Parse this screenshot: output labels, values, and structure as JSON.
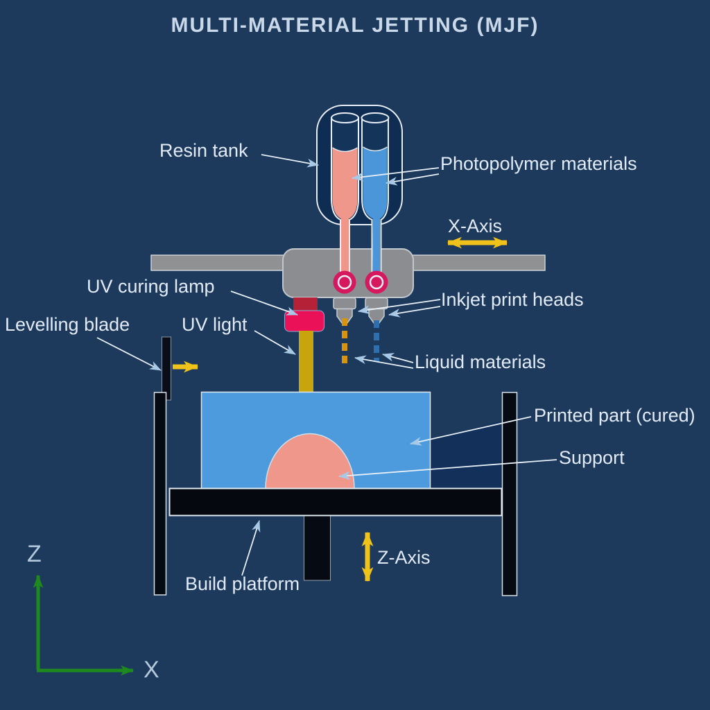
{
  "title": "MULTI-MATERIAL JETTING (MJF)",
  "labels": {
    "resin_tank": "Resin tank",
    "photopolymer_materials": "Photopolymer materials",
    "x_axis": "X-Axis",
    "uv_curing_lamp": "UV curing lamp",
    "uv_light": "UV light",
    "levelling_blade": "Levelling blade",
    "inkjet_print_heads": "Inkjet print heads",
    "liquid_materials": "Liquid materials",
    "printed_part": "Printed part (cured)",
    "support": "Support",
    "build_platform": "Build platform",
    "z_axis": "Z-Axis",
    "coord_z": "Z",
    "coord_x": "X"
  },
  "colors": {
    "background": "#1d3a5c",
    "title_text": "#c9d9ea",
    "label_text": "#e2ebf5",
    "leader_line": "#e8f0f8",
    "leader_arrowhead": "#a8c9e6",
    "tank_interior": "#0f2d52",
    "tube_empty": "#143459",
    "resin_pink": "#ef978b",
    "resin_blue": "#4b96d9",
    "gantry_gray": "#8f9193",
    "nozzle_ring_magenta": "#d6185f",
    "uv_lamp_dark_red": "#b52137",
    "uv_lamp_bright": "#eb1159",
    "uv_beam_gold": "#c9a50d",
    "droplet_orange": "#d8930f",
    "droplet_blue": "#2f6fae",
    "printed_part_blue": "#4d9bdc",
    "support_salmon": "#f0978b",
    "frame_black": "#060a13",
    "shadow_wedge": "#13305a",
    "axis_arrow_yellow": "#f0c31b",
    "coord_axis_green": "#1e8a1e"
  }
}
